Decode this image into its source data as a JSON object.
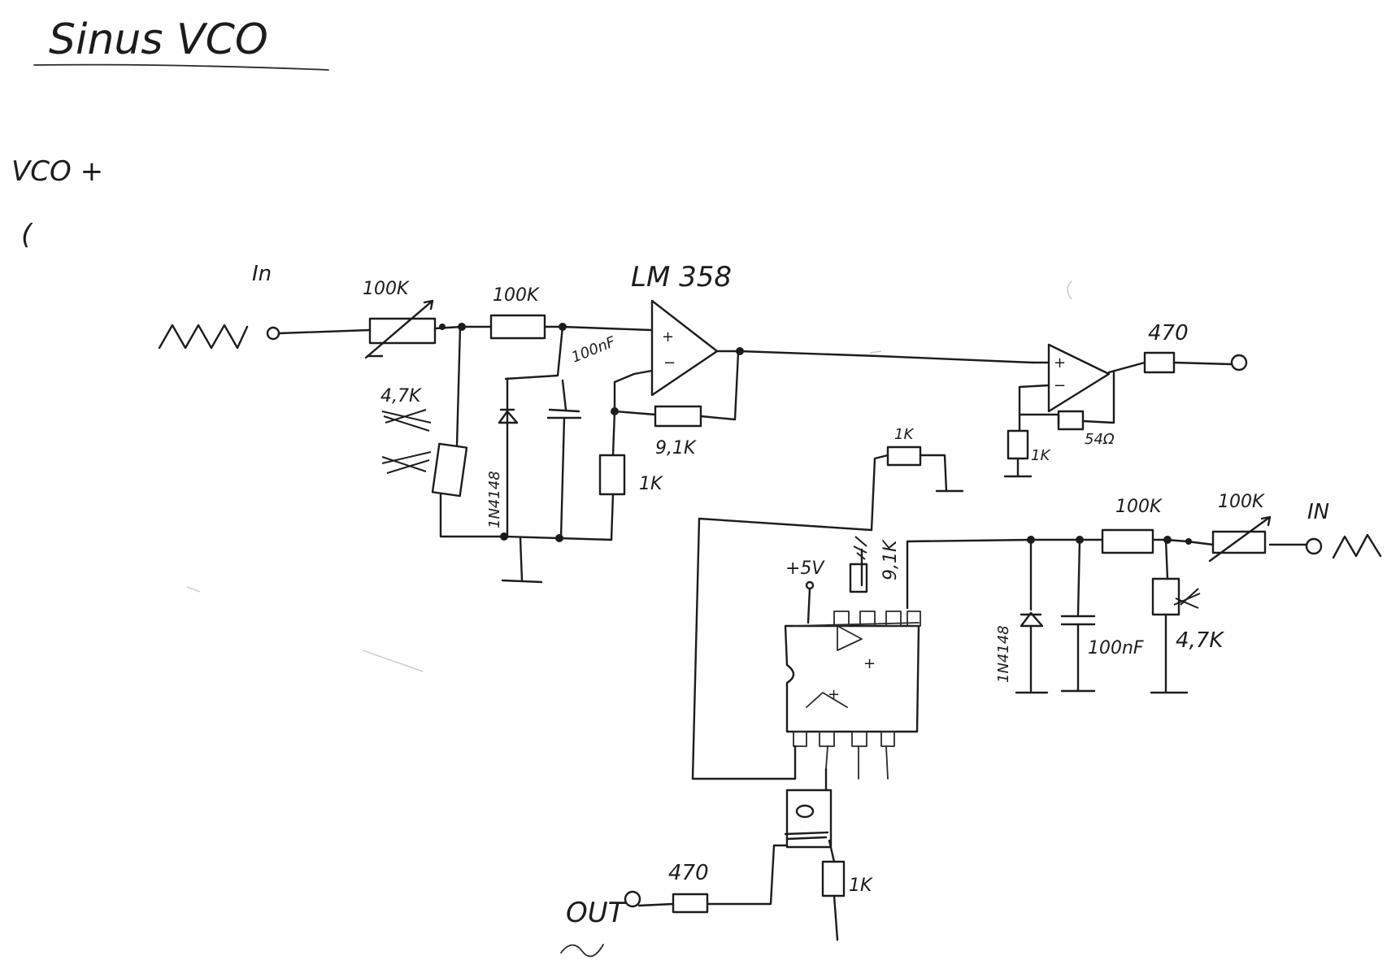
{
  "title": "Sinus VCO",
  "note_line1": "VCO +",
  "note_line2": "(",
  "upper": {
    "input_label": "In",
    "pot_label": "100K",
    "series_resistor": "100K",
    "opamp_label": "LM 358",
    "cap_label": "100nF",
    "shunt_resistor": "4,7K",
    "diode_label": "1N4148",
    "feedback_resistor": "9,1K",
    "ground_resistor": "1K",
    "out_resistor": "470",
    "buffer_ground_resistor": "1K",
    "buffer_feedback_resistor": "54Ω"
  },
  "lower": {
    "input_label": "IN",
    "pot_label": "100K",
    "series_resistor": "100K",
    "shunt_resistor": "4,7K",
    "cap_label": "100nF",
    "diode_label": "1N4148",
    "top_resistor": "1K",
    "feedback_resistor": "9,1K",
    "supply_label": "+5V",
    "plus_marks": [
      "+",
      "+"
    ],
    "emitter_resistor": "1K",
    "out_resistor": "470",
    "output_label": "OUT"
  }
}
